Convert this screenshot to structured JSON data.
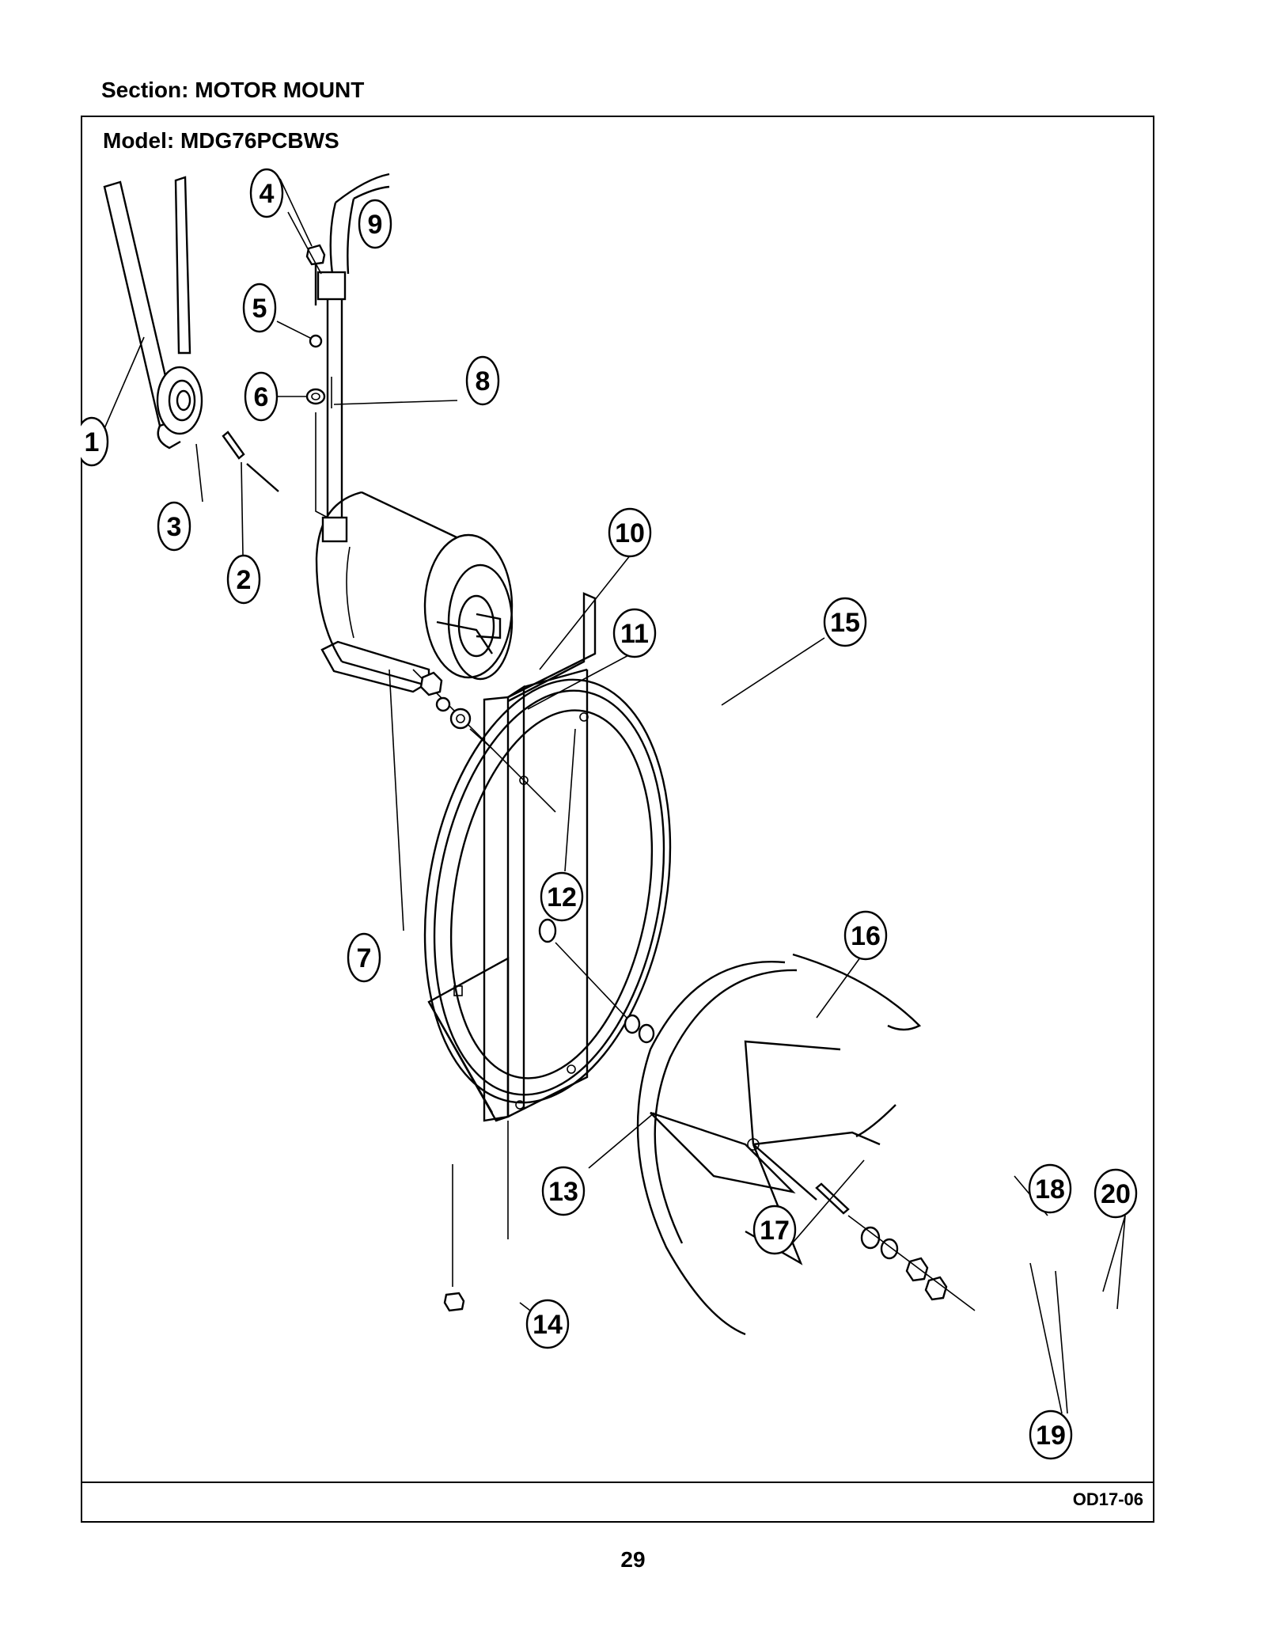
{
  "header": {
    "section_title": "Section:  MOTOR MOUNT",
    "model_title": "Model:  MDG76PCBWS"
  },
  "diagram": {
    "callouts": [
      "1",
      "2",
      "3",
      "4",
      "5",
      "6",
      "7",
      "8",
      "9",
      "10",
      "11",
      "12",
      "13",
      "14",
      "15",
      "16",
      "17",
      "18",
      "19",
      "20"
    ]
  },
  "footer": {
    "ref_code": "OD17-06",
    "page_number": "29"
  }
}
